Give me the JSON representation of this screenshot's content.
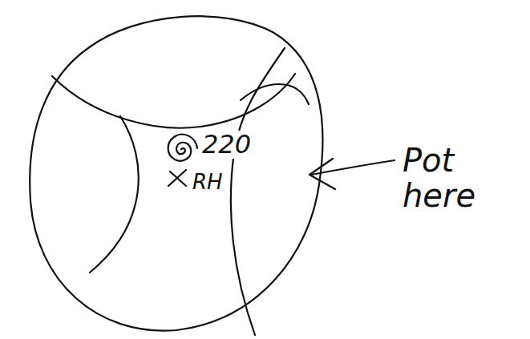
{
  "diagram": {
    "labels": [
      "220",
      "RH",
      "Pot here"
    ]
  }
}
